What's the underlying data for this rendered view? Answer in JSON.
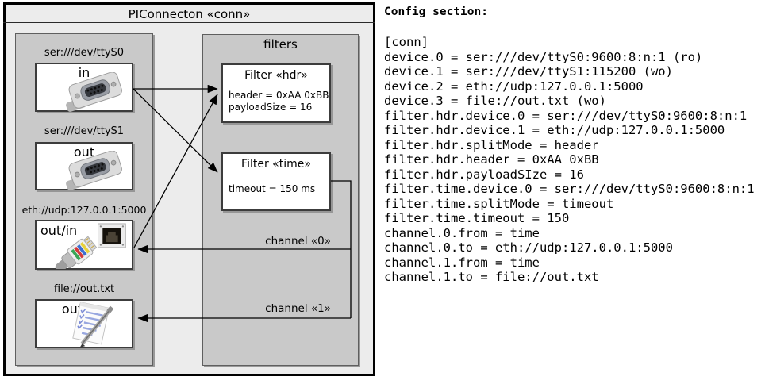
{
  "diagram": {
    "title": "PIConnecton «conn»",
    "devices_panel": {
      "devices": [
        {
          "url": "ser:///dev/ttyS0",
          "direction": "in",
          "icon": "serial-connector-icon"
        },
        {
          "url": "ser:///dev/ttyS1",
          "direction": "out",
          "icon": "serial-connector-icon"
        },
        {
          "url": "eth://udp:127.0.0.1:5000",
          "direction": "out/in",
          "icon": "ethernet-connector-icon"
        },
        {
          "url": "file://out.txt",
          "direction": "out",
          "icon": "notepad-pen-icon"
        }
      ]
    },
    "filters_panel": {
      "label": "filters",
      "filters": [
        {
          "title": "Filter «hdr»",
          "attributes": [
            "header = 0xAA 0xBB",
            "payloadSize = 16"
          ]
        },
        {
          "title": "Filter «time»",
          "attributes": [
            "timeout = 150 ms"
          ]
        }
      ]
    },
    "channels": [
      {
        "label": "channel «0»"
      },
      {
        "label": "channel «1»"
      }
    ]
  },
  "config": {
    "heading": "Config section:",
    "lines": [
      "[conn]",
      "device.0 = ser:///dev/ttyS0:9600:8:n:1 (ro)",
      "device.1 = ser:///dev/ttyS1:115200 (wo)",
      "device.2 = eth://udp:127.0.0.1:5000",
      "device.3 = file://out.txt (wo)",
      "filter.hdr.device.0 = ser:///dev/ttyS0:9600:8:n:1",
      "filter.hdr.device.1 = eth://udp:127.0.0.1:5000",
      "filter.hdr.splitMode = header",
      "filter.hdr.header = 0xAA 0xBB",
      "filter.hdr.payloadSIze = 16",
      "filter.time.device.0 = ser:///dev/ttyS0:9600:8:n:1",
      "filter.time.splitMode = timeout",
      "filter.time.timeout = 150",
      "channel.0.from = time",
      "channel.0.to = eth://udp:127.0.0.1:5000",
      "channel.1.from = time",
      "channel.1.to = file://out.txt"
    ]
  },
  "colors": {
    "panel_gray": "#c9c9c9",
    "frame_background": "#ececec",
    "box_border": "#3c3c3c",
    "line_color": "#000000"
  }
}
